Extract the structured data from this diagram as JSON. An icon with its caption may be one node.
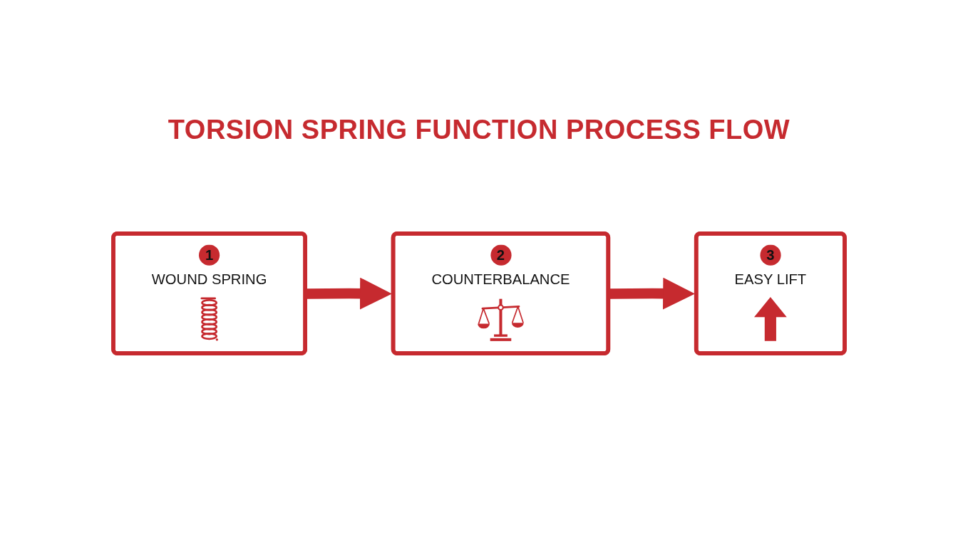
{
  "diagram": {
    "title": "TORSION SPRING FUNCTION PROCESS FLOW",
    "nodes": [
      {
        "text": [
          "1",
          "WOUND SPRING"
        ]
      },
      {
        "text": [
          "2",
          "COUNTERBALANCE"
        ]
      },
      {
        "text": [
          "3",
          "EASY LIFT"
        ]
      }
    ],
    "edges": [
      {
        "from": 0,
        "to": 1,
        "arrow": "to"
      },
      {
        "from": 1,
        "to": 2,
        "arrow": "to"
      }
    ]
  }
}
